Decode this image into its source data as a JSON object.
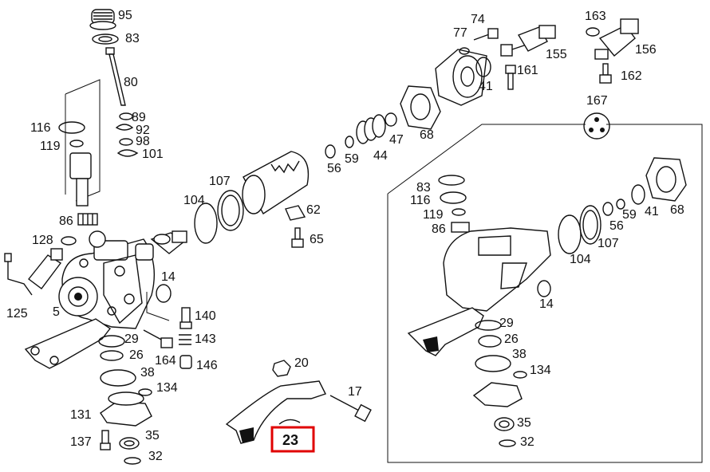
{
  "highlight": {
    "label": "23",
    "color": "#e00000"
  },
  "labels": {
    "p95": "95",
    "p83": "83",
    "p80": "80",
    "p116": "116",
    "p89": "89",
    "p92": "92",
    "p119": "119",
    "p98": "98",
    "p101": "101",
    "p86": "86",
    "p128": "128",
    "p125": "125",
    "p5": "5",
    "p104": "104",
    "p107": "107",
    "p14": "14",
    "p140": "140",
    "p29": "29",
    "p26": "26",
    "p143": "143",
    "p164": "164",
    "p146": "146",
    "p38": "38",
    "p134": "134",
    "p131": "131",
    "p137": "137",
    "p35": "35",
    "p32": "32",
    "p20": "20",
    "p17": "17",
    "p62": "62",
    "p65": "65",
    "p56": "56",
    "p59": "59",
    "p44": "44",
    "p47": "47",
    "p68": "68",
    "p74": "74",
    "p77": "77",
    "p41": "41",
    "p155": "155",
    "p161": "161",
    "p163": "163",
    "p156": "156",
    "p162": "162",
    "p167": "167",
    "r83": "83",
    "r116": "116",
    "r119": "119",
    "r86": "86",
    "r104": "104",
    "r107": "107",
    "r56": "56",
    "r59": "59",
    "r41": "41",
    "r68": "68",
    "r14": "14",
    "r29": "29",
    "r26": "26",
    "r38": "38",
    "r134": "134",
    "r35": "35",
    "r32": "32"
  }
}
